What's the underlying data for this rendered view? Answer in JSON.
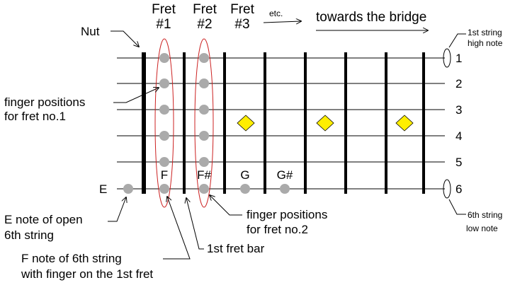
{
  "header": {
    "fret_word": "Fret",
    "fret1_num": "#1",
    "fret2_num": "#2",
    "fret3_num": "#3",
    "etc": "etc.",
    "towards": "towards the bridge"
  },
  "labels": {
    "nut": "Nut",
    "finger_positions_1_line1": "finger positions",
    "finger_positions_1_line2": "for fret no.1",
    "finger_positions_2_line1": "finger positions",
    "finger_positions_2_line2": "for fret no.2",
    "open_e_line1": "E note of open",
    "open_e_line2": "6th string",
    "f_note_line1": "F note of 6th string",
    "f_note_line2": "with finger on the 1st fret",
    "fret_bar": "1st fret bar",
    "first_string_line1": "1st string",
    "first_string_line2": "high note",
    "sixth_string_line1": "6th string",
    "sixth_string_line2": "low note"
  },
  "strings": [
    "1",
    "2",
    "3",
    "4",
    "5",
    "6"
  ],
  "notes": {
    "open": "E",
    "fret1": "F",
    "fret2": "F#",
    "fret3": "G",
    "fret4": "G#"
  },
  "colors": {
    "dot": "#aaaaaa",
    "inlay": "#ffee00",
    "ellipse": "#cc2222",
    "line": "#000000"
  }
}
